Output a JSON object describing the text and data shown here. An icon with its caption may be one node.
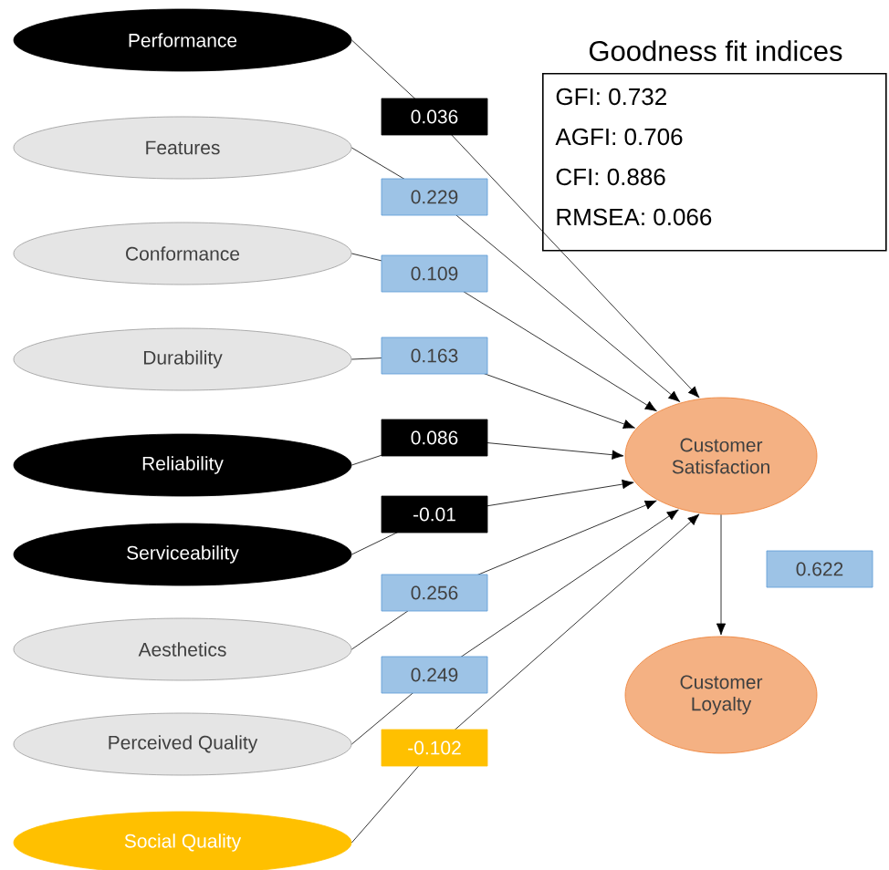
{
  "diagram": {
    "nodes": [
      {
        "text": [
          "Performance"
        ]
      },
      {
        "text": [
          "Features"
        ]
      },
      {
        "text": [
          "Conformance"
        ]
      },
      {
        "text": [
          "Durability"
        ]
      },
      {
        "text": [
          "Reliability"
        ]
      },
      {
        "text": [
          "Serviceability"
        ]
      },
      {
        "text": [
          "Aesthetics"
        ]
      },
      {
        "text": [
          "Perceived Quality"
        ]
      },
      {
        "text": [
          "Social Quality"
        ]
      },
      {
        "text": [
          "Customer Satisfaction"
        ]
      },
      {
        "text": [
          "Customer Loyalty"
        ]
      },
      {
        "text": [
          "Goodness fit indices",
          "GFI:  0.732",
          "AGFI:  0.706",
          "CFI: 0.886",
          "RMSEA: 0.066"
        ]
      }
    ],
    "edges": [
      {
        "from": 0,
        "to": 9,
        "arrow": "to",
        "label": "0.036"
      },
      {
        "from": 1,
        "to": 9,
        "arrow": "to",
        "label": "0.229"
      },
      {
        "from": 2,
        "to": 9,
        "arrow": "to",
        "label": "0.109"
      },
      {
        "from": 3,
        "to": 9,
        "arrow": "to",
        "label": "0.163"
      },
      {
        "from": 4,
        "to": 9,
        "arrow": "to",
        "label": "0.086"
      },
      {
        "from": 5,
        "to": 9,
        "arrow": "to",
        "label": "-0.01"
      },
      {
        "from": 6,
        "to": 9,
        "arrow": "to",
        "label": "0.256"
      },
      {
        "from": 7,
        "to": 9,
        "arrow": "to",
        "label": "0.249"
      },
      {
        "from": 8,
        "to": 9,
        "arrow": "to",
        "label": "-0.102"
      },
      {
        "from": 9,
        "to": 10,
        "arrow": "to",
        "label": "0.622"
      }
    ]
  }
}
